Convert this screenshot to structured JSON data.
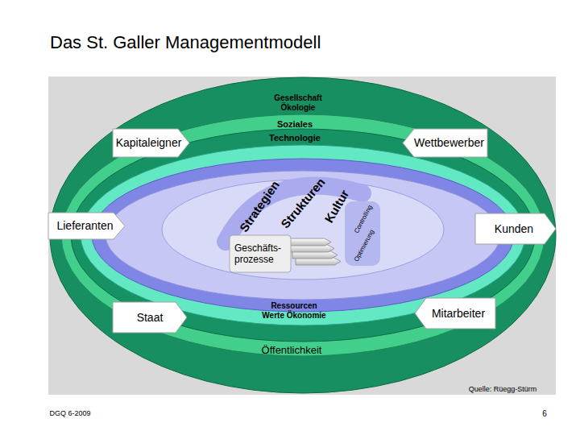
{
  "diagram": {
    "title": "Das St. Galler Managementmodell",
    "nodes": [
      {
        "text": [
          "Kapitaleigner"
        ]
      },
      {
        "text": [
          "Wettbewerber"
        ]
      },
      {
        "text": [
          "Lieferanten"
        ]
      },
      {
        "text": [
          "Kunden"
        ]
      },
      {
        "text": [
          "Geschäfts- prozesse"
        ]
      },
      {
        "text": [
          "Staat"
        ]
      },
      {
        "text": [
          "Mitarbeiter"
        ]
      }
    ],
    "labels": [
      "Gesellschaft Ökologie",
      "Soziales",
      "Technologie",
      "Strategien",
      "Strukturen",
      "Kultur",
      "Controlling",
      "Optimierung",
      "Ressourcen Werte Ökonomie",
      "Öffentlichkeit",
      "Quelle: Rüegg-Stürm",
      "DGQ 6-2009",
      "6"
    ]
  }
}
